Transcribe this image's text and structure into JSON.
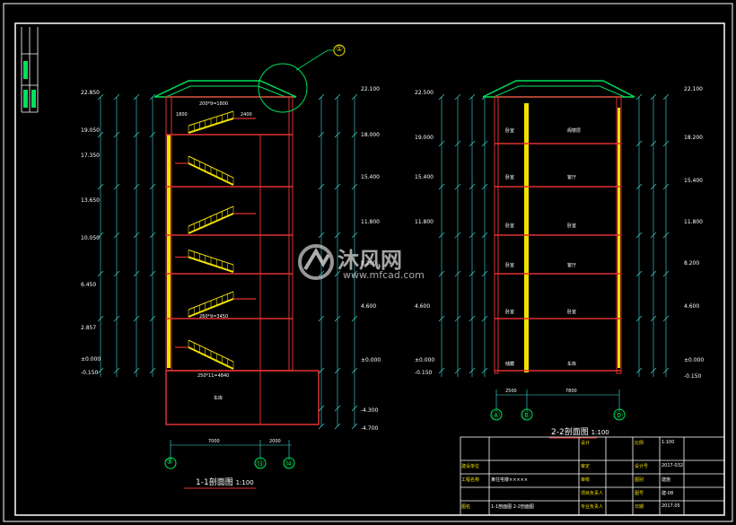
{
  "section_a": {
    "title": "1-1剖面图",
    "scale": "1:100",
    "elevations_left": [
      "22.850",
      "19.050",
      "17.350",
      "13.650",
      "10.050",
      "6.450",
      "2.857",
      "±0.000",
      "-0.150"
    ],
    "elevations_right": [
      "22.100",
      "18.000",
      "15.400",
      "11.800",
      "8.200",
      "4.600",
      "±0.000",
      "-4.300",
      "-4.700"
    ],
    "grid_axes": [
      "⑨",
      "⑬",
      "⑭"
    ],
    "stair_notes": [
      "200*9=1800",
      "1800",
      "2400",
      "260*9=3450",
      "250*11=4840"
    ],
    "room_labels": [
      "车库"
    ],
    "bottom_dims": [
      "7000",
      "2000"
    ],
    "callout": "①"
  },
  "section_b": {
    "title": "2-2剖面图",
    "scale": "1:100",
    "elevations_left": [
      "22.500",
      "19.000",
      "15.400",
      "11.800",
      "4.600",
      "±0.000",
      "-0.150"
    ],
    "elevations_right": [
      "22.100",
      "18.200",
      "15.400",
      "11.800",
      "8.200",
      "4.600",
      "±0.000",
      "-0.150"
    ],
    "grid_axes": [
      "Ⓐ",
      "Ⓑ",
      "Ⓓ"
    ],
    "room_labels": [
      "阁楼层",
      "客厅",
      "卧室",
      "客厅",
      "卧室",
      "车库"
    ],
    "small_labels": [
      "卧室",
      "卧室",
      "卧室",
      "卧室",
      "卧室",
      "储藏"
    ],
    "bottom_dims": [
      "2500",
      "7800"
    ]
  },
  "title_block": {
    "rows": [
      [
        "建设单位",
        "",
        "审定",
        "",
        "设计号",
        "2017-032"
      ],
      [
        "工程名称",
        "某住宅楼×××××",
        "审核",
        "",
        "图别",
        "建施"
      ],
      [
        "",
        "",
        "项目负责人",
        "",
        "图号",
        "建-08"
      ],
      [
        "图名",
        "1-1剖面图 2-2剖面图",
        "专业负责人",
        "",
        "日期",
        "2017.05"
      ],
      [
        "",
        "",
        "设计",
        "",
        "比例",
        "1:100"
      ]
    ]
  },
  "watermark": {
    "brand": "沐风网",
    "url": "www.mfcad.com"
  },
  "colors": {
    "background": "#000000",
    "border": "#ffffff",
    "green": "#00e05a",
    "yellow": "#f0e000",
    "red": "#e03030",
    "cyan": "#40e0e0",
    "magenta": "#e040e0"
  }
}
